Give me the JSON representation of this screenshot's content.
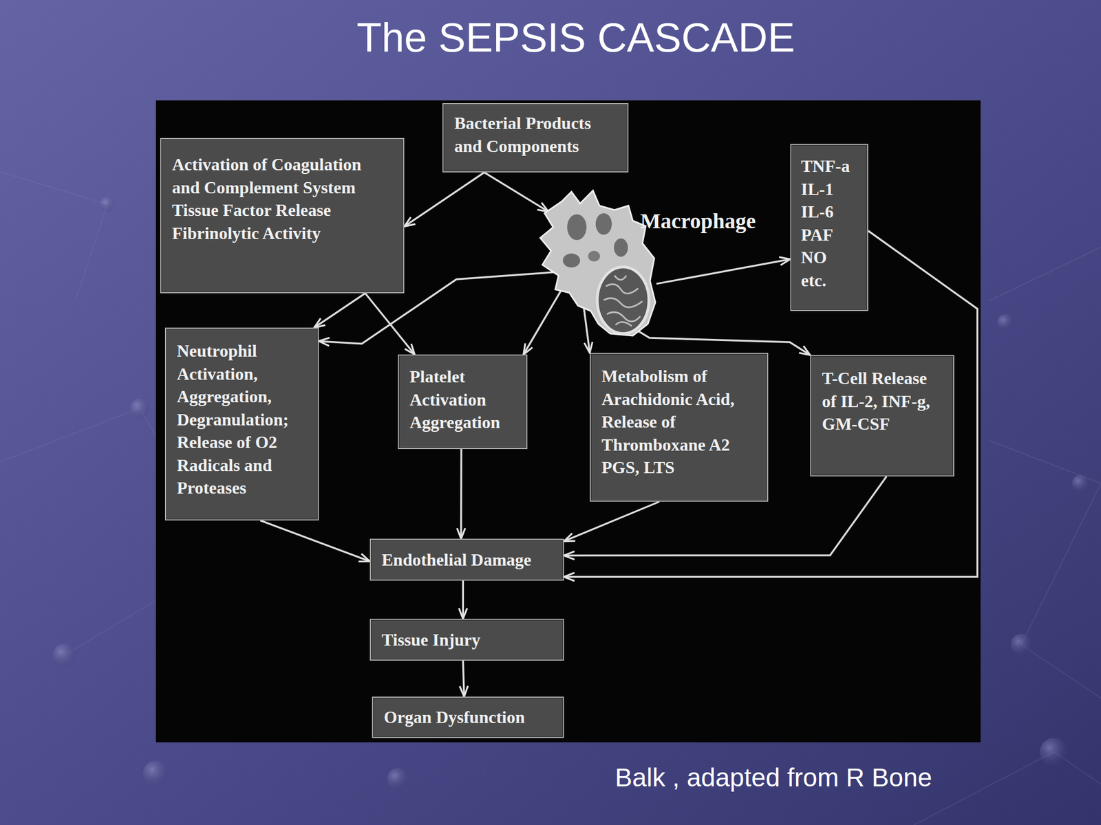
{
  "diagram": {
    "title": "The SEPSIS CASCADE",
    "caption": "Balk , adapted from R Bone",
    "nodes": [
      {
        "text": [
          "Bacterial Products and Components"
        ]
      },
      {
        "text": [
          "Activation of Coagulation and Complement System",
          "Tissue Factor Release",
          "Fibrinolytic Activity"
        ]
      },
      {
        "text": [
          "Macrophage"
        ]
      },
      {
        "text": [
          "TNF-a IL-1 IL-6 PAF NO etc."
        ]
      },
      {
        "text": [
          "Neutrophil Activation, Aggregation, Degranulation; Release of O2 Radicals and Proteases"
        ]
      },
      {
        "text": [
          "Platelet Activation Aggregation"
        ]
      },
      {
        "text": [
          "Metabolism of Arachidonic Acid, Release of Thromboxane A2 PGS, LTS"
        ]
      },
      {
        "text": [
          "T-Cell Release of IL-2, INF-g, GM-CSF"
        ]
      },
      {
        "text": [
          "Endothelial Damage"
        ]
      },
      {
        "text": [
          "Tissue Injury"
        ]
      },
      {
        "text": [
          "Organ Dysfunction"
        ]
      }
    ],
    "edges": [
      {
        "from": 0,
        "to": 1,
        "arrow": "to"
      },
      {
        "from": 0,
        "to": 2,
        "arrow": "to"
      },
      {
        "from": 1,
        "to": 4,
        "arrow": "to"
      },
      {
        "from": 1,
        "to": 5,
        "arrow": "to"
      },
      {
        "from": 2,
        "to": 4,
        "arrow": "to"
      },
      {
        "from": 2,
        "to": 5,
        "arrow": "to"
      },
      {
        "from": 2,
        "to": 6,
        "arrow": "to"
      },
      {
        "from": 2,
        "to": 3,
        "arrow": "to"
      },
      {
        "from": 2,
        "to": 7,
        "arrow": "to"
      },
      {
        "from": 4,
        "to": 8,
        "arrow": "to"
      },
      {
        "from": 5,
        "to": 8,
        "arrow": "to"
      },
      {
        "from": 6,
        "to": 8,
        "arrow": "to"
      },
      {
        "from": 7,
        "to": 8,
        "arrow": "to"
      },
      {
        "from": 3,
        "to": 8,
        "arrow": "to"
      },
      {
        "from": 8,
        "to": 9,
        "arrow": "to"
      },
      {
        "from": 9,
        "to": 10,
        "arrow": "to"
      }
    ]
  }
}
